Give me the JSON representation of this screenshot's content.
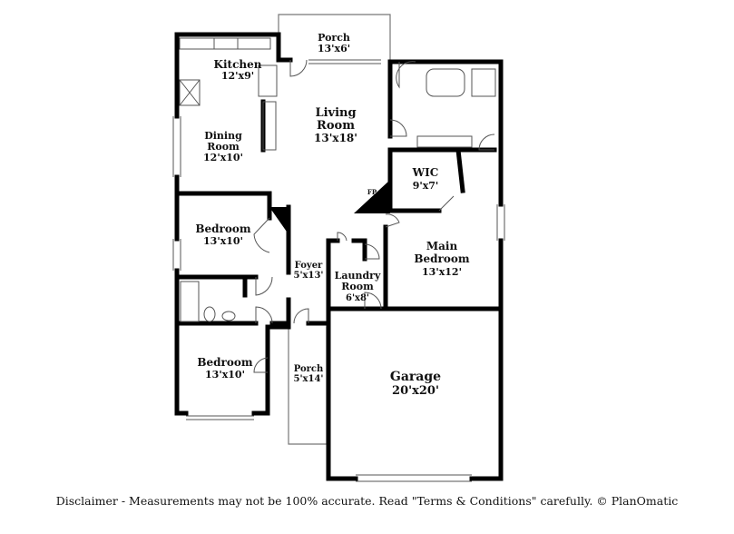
{
  "colors": {
    "wall": "#000000",
    "thin": "#777777",
    "background": "#ffffff"
  },
  "rooms": {
    "porch_top": {
      "name": "Porch",
      "dims": "13'x6'"
    },
    "kitchen": {
      "name": "Kitchen",
      "dims": "12'x9'"
    },
    "living": {
      "name_line1": "Living",
      "name_line2": "Room",
      "dims": "13'x18'"
    },
    "dining": {
      "name_line1": "Dining",
      "name_line2": "Room",
      "dims": "12'x10'"
    },
    "wic": {
      "name": "WIC",
      "dims": "9'x7'"
    },
    "fireplace": {
      "label": "FP"
    },
    "bedroom_1": {
      "name": "Bedroom",
      "dims": "13'x10'"
    },
    "main_bedroom": {
      "name_line1": "Main",
      "name_line2": "Bedroom",
      "dims": "13'x12'"
    },
    "foyer": {
      "name": "Foyer",
      "dims": "5'x13'"
    },
    "laundry": {
      "name_line1": "Laundry",
      "name_line2": "Room",
      "dims": "6'x8'"
    },
    "bedroom_2": {
      "name": "Bedroom",
      "dims": "13'x10'"
    },
    "porch_side": {
      "name": "Porch",
      "dims": "5'x14'"
    },
    "garage": {
      "name": "Garage",
      "dims": "20'x20'"
    }
  },
  "disclaimer": "Disclaimer - Measurements may not be 100% accurate. Read \"Terms & Conditions\" carefully. © PlanOmatic"
}
